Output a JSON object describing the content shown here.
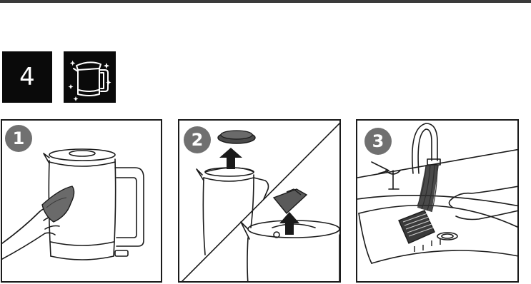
{
  "step": {
    "number": "4",
    "icon": "kettle-clean-icon"
  },
  "panels": [
    {
      "badge": "1",
      "icon": "kettle-wipe-cloth-icon"
    },
    {
      "badge": "2",
      "icon": "remove-lid-and-filter-icon"
    },
    {
      "badge": "3",
      "icon": "rinse-filter-under-tap-icon"
    }
  ],
  "colors": {
    "step_box": "#0a0a0a",
    "badge": "#707070",
    "line": "#1a1a1a"
  }
}
